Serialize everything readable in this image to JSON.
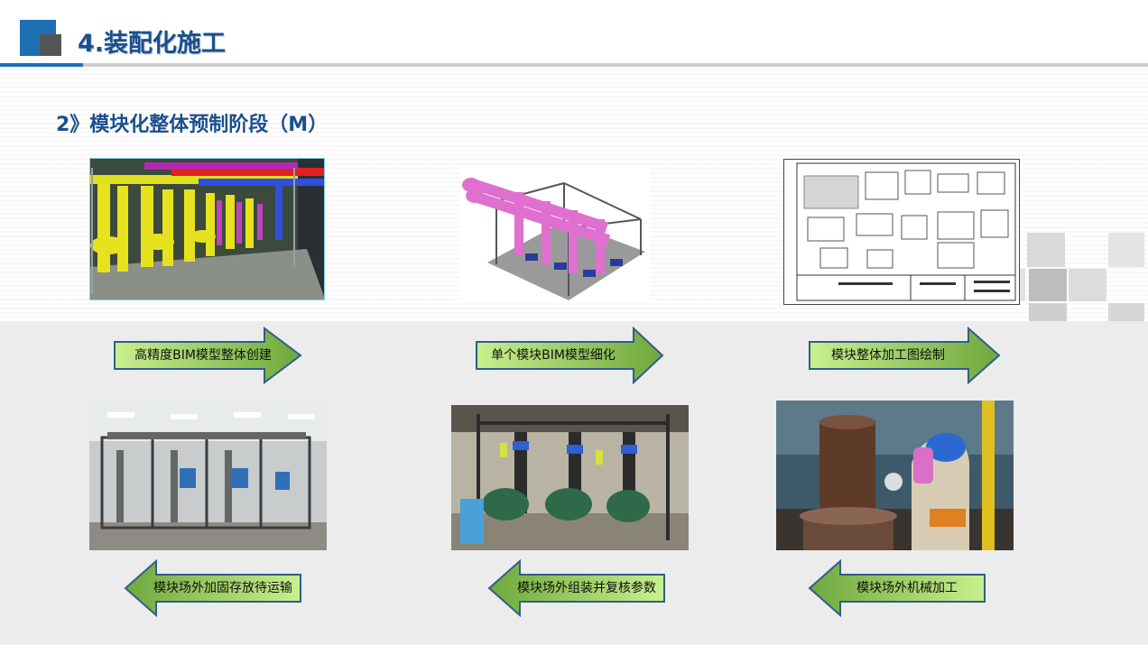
{
  "header": {
    "title": "4.装配化施工"
  },
  "subtitle": "2》模块化整体预制阶段（M）",
  "steps": {
    "s1": "高精度BIM模型整体创建",
    "s2": "单个模块BIM模型细化",
    "s3": "模块整体加工图绘制",
    "s4": "模块场外机械加工",
    "s5": "模块场外组装并复核参数",
    "s6": "模块场外加固存放待运输"
  },
  "colors": {
    "accent_blue": "#1f6fb5",
    "title_blue": "#1b4f8c",
    "arrow_green_light": "#c6ef8a",
    "arrow_green_dark": "#6aa83a",
    "arrow_border": "#2e5f8a"
  },
  "images": {
    "img1": "bim-3d-pipe-model",
    "img2": "single-module-pink-pipe-model",
    "img3": "module-fabrication-drawing",
    "img4": "welding-worker-photo",
    "img5": "module-assembly-site-photo",
    "img6": "stored-modules-photo"
  }
}
